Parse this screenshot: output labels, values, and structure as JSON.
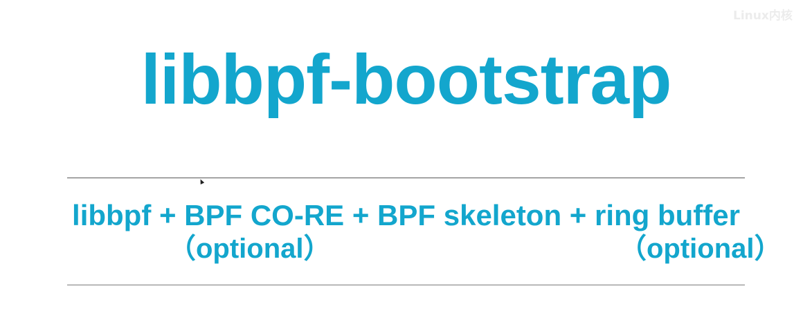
{
  "watermark": "Linux内核",
  "title": "libbpf-bootstrap",
  "subtitle": "libbpf + BPF CO-RE + BPF skeleton + ring buffer",
  "notes": {
    "left": "（optional）",
    "right": "（optional）"
  },
  "colors": {
    "accent": "#13a6cd",
    "rule": "#555555"
  }
}
